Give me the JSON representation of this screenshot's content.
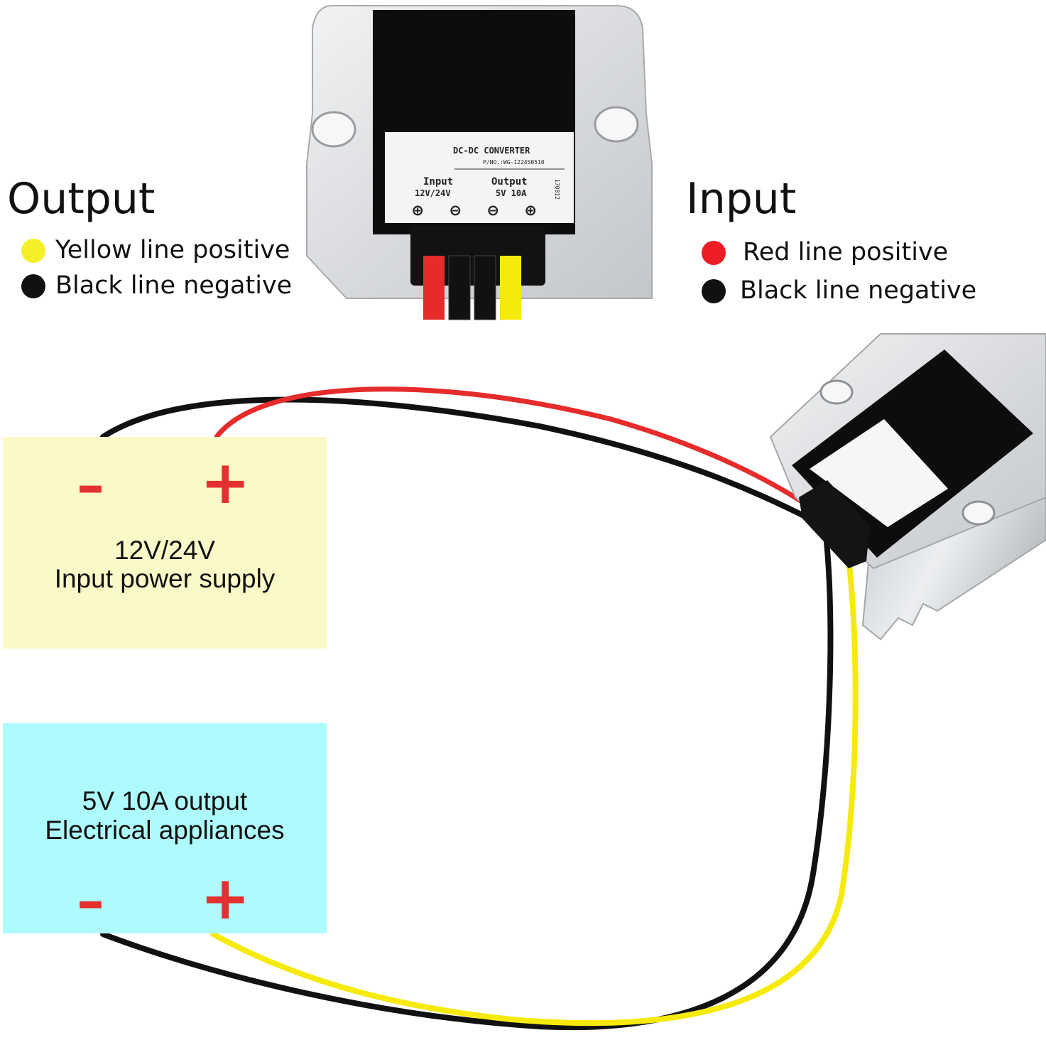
{
  "colors": {
    "red_wire": "#e62b2b",
    "black_wire": "#111111",
    "yellow_wire": "#f5ea0c",
    "input_box_bg": "#fcf9c8",
    "output_box_bg": "#aefbfd",
    "sign_color": "#e53030"
  },
  "output_legend": {
    "heading": "Output",
    "positive": {
      "label": "Yellow line positive",
      "dot_color": "#f5ef2a"
    },
    "negative": {
      "label": "Black line negative",
      "dot_color": "#111111"
    }
  },
  "input_legend": {
    "heading": "Input",
    "positive": {
      "label": "Red line positive",
      "dot_color": "#ee1c24"
    },
    "negative": {
      "label": "Black line negative",
      "dot_color": "#111111"
    }
  },
  "converter_label": {
    "title": "DC-DC CONVERTER",
    "part_no": "P/NO.:WG-1224S0510",
    "input_title": "Input",
    "input_value": "12V/24V",
    "output_title": "Output",
    "output_value": "5V 10A",
    "lot_code": "170812",
    "terminals": [
      "⊕",
      "⊖",
      "⊖",
      "⊕"
    ]
  },
  "input_supply": {
    "minus": "–",
    "plus": "+",
    "line1": "12V/24V",
    "line2": "Input power supply"
  },
  "output_load": {
    "line1": "5V 10A output",
    "line2": "Electrical appliances",
    "minus": "–",
    "plus": "+"
  }
}
